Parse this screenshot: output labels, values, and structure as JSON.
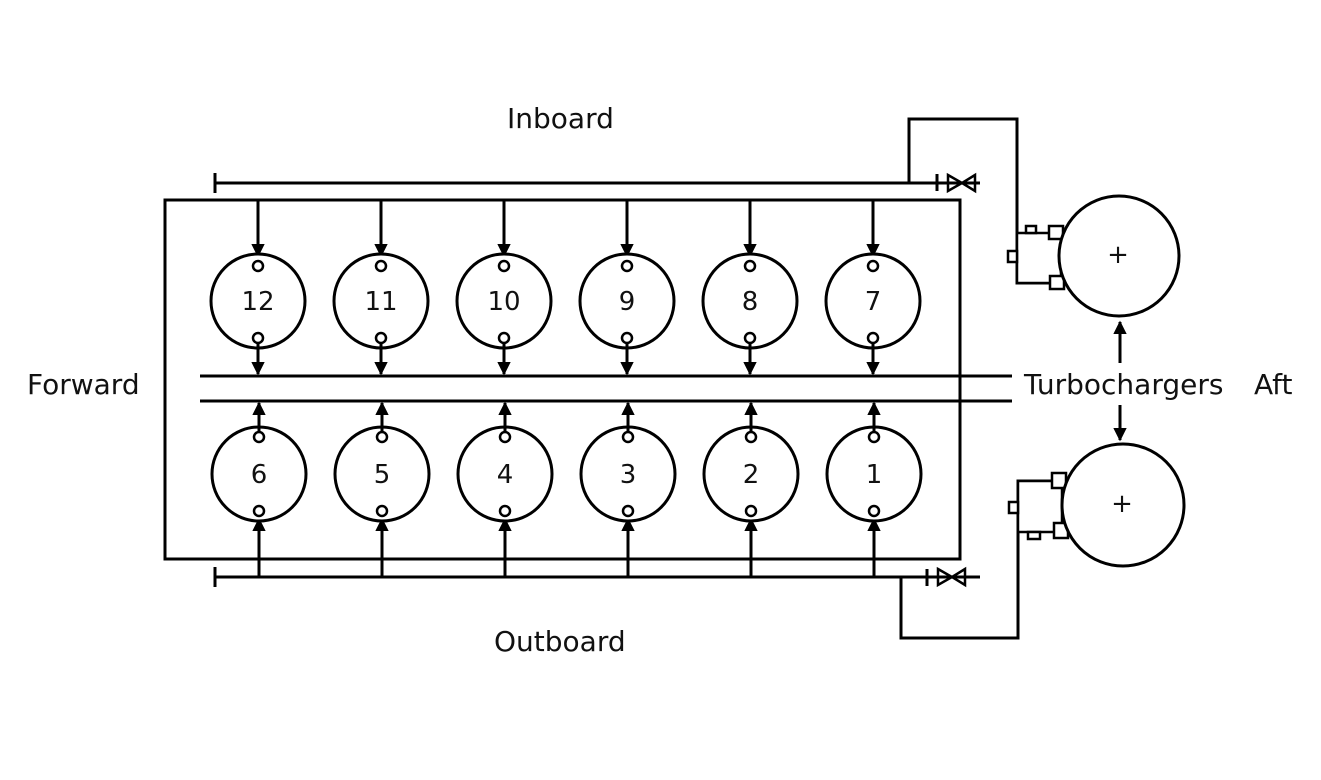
{
  "labels": {
    "inboard": "Inboard",
    "outboard": "Outboard",
    "forward": "Forward",
    "aft": "Aft",
    "turbochargers": "Turbochargers"
  },
  "cylinders": {
    "inboard_bank": [
      "12",
      "11",
      "10",
      "9",
      "8",
      "7"
    ],
    "outboard_bank": [
      "6",
      "5",
      "4",
      "3",
      "2",
      "1"
    ]
  },
  "turbochargers": [
    {
      "id": "upper",
      "symbol": "+"
    },
    {
      "id": "lower",
      "symbol": "+"
    }
  ],
  "colors": {
    "line": "#000000",
    "background": "#ffffff"
  }
}
